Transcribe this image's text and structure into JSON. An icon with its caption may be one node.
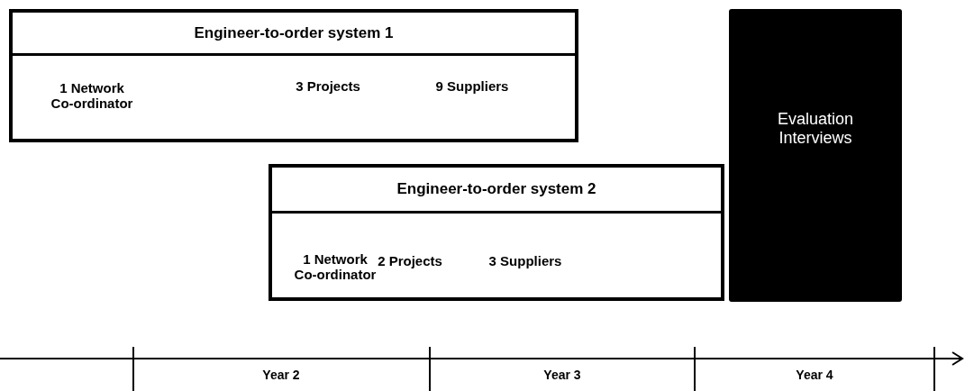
{
  "diagram": {
    "nodes": [
      {
        "text": [
          "Engineer-to-order system 1",
          "1 Network Co-ordinator",
          "3 Projects",
          "9 Suppliers"
        ]
      },
      {
        "text": [
          "Engineer-to-order system 2",
          "1 Network Co-ordinator",
          "2 Projects",
          "3 Suppliers"
        ]
      },
      {
        "text": [
          "Evaluation Interviews"
        ]
      }
    ],
    "edges": [],
    "labels": [
      "Year 2",
      "Year 3",
      "Year 4"
    ]
  }
}
